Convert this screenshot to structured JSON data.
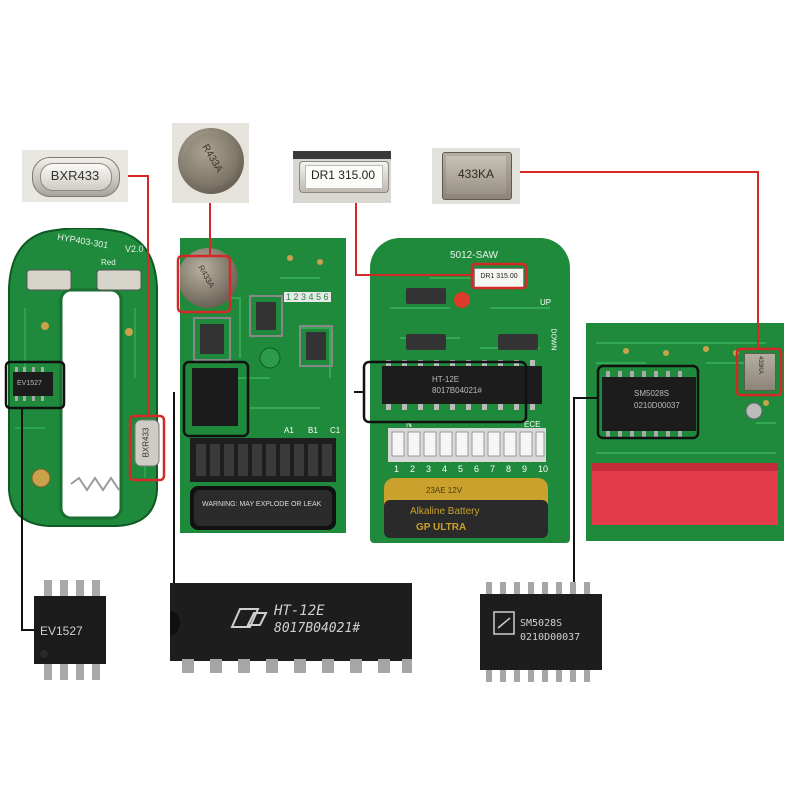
{
  "components": {
    "crystal_bxr433": {
      "label": "BXR433"
    },
    "saw_r433a": {
      "label": "R433A"
    },
    "resonator_dr1": {
      "label": "DR1 315.00"
    },
    "saw_433ka": {
      "label": "433KA"
    }
  },
  "boards": {
    "board1": {
      "silkscreen_top": "HYP403-301",
      "silkscreen_version": "V2.0",
      "silkscreen_red": "Red",
      "resonator_label": "BXR433",
      "chip_label": "EV1527"
    },
    "board2": {
      "saw_label": "R433A",
      "dip_numbers": "1 2 3 4 5 6",
      "pads": [
        "A1",
        "B1",
        "C1"
      ],
      "battery_text": "WARNING: MAY EXPLODE OR LEAK"
    },
    "board3": {
      "silkscreen_top": "5012-SAW",
      "resonator_label": "DR1 315.00",
      "chip_line1": "HT-12E",
      "chip_line2": "8017B04021#",
      "dip_numbers": [
        "1",
        "2",
        "3",
        "4",
        "5",
        "6",
        "7",
        "8",
        "9",
        "10"
      ],
      "dip_side_labels": {
        "left": "N",
        "right": "ECE"
      },
      "up_label": "UP",
      "down_label": "DOWN",
      "battery_text_1": "Alkaline Battery",
      "battery_text_2": "23AE 12V",
      "battery_brand": "GP ULTRA"
    },
    "board4": {
      "chip_line1": "SM5028S",
      "chip_line2": "0210D00037",
      "saw_label": "433KA"
    }
  },
  "closeups": {
    "ev1527": {
      "label": "EV1527"
    },
    "ht12e": {
      "line1": "HT-12E",
      "line2": "8017B04021#"
    },
    "sm5028s": {
      "line1": "SM5028S",
      "line2": "0210D00037"
    }
  },
  "colors": {
    "pcb_green": "#1f8a3c",
    "pcb_dark": "#146b2b",
    "highlight_red": "#d62828",
    "highlight_black": "#111111",
    "chip_black": "#1c1c1c",
    "metal": "#c9c6bf"
  }
}
